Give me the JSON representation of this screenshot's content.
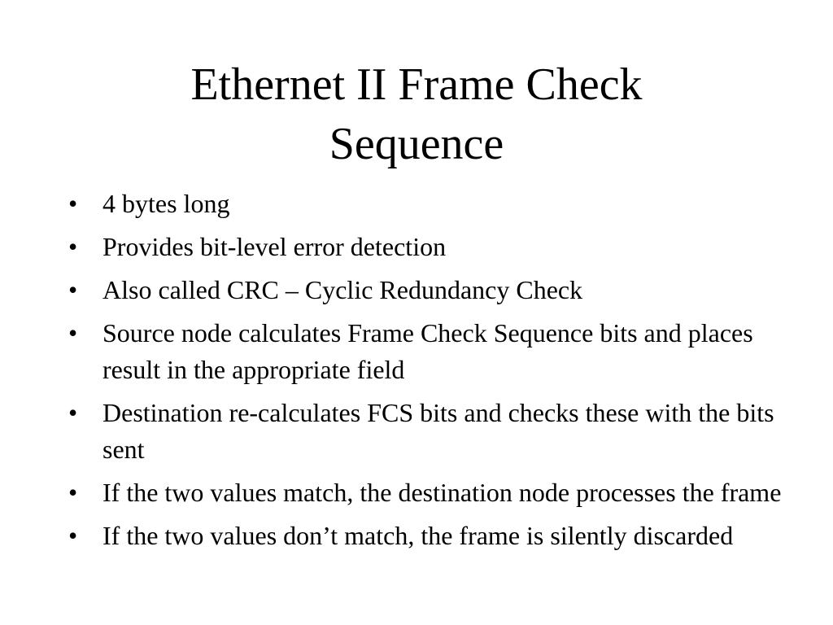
{
  "slide": {
    "title_lines": [
      "Ethernet II Frame Check",
      "Sequence"
    ],
    "bullet_glyph": "•",
    "bullets": [
      "4 bytes long",
      "Provides bit-level error detection",
      "Also called CRC – Cyclic Redundancy Check",
      "Source node calculates Frame Check Sequence bits and places result in the appropriate field",
      "Destination re-calculates FCS bits and checks these with the bits sent",
      "If the two values match, the destination node processes the frame",
      "If the two values don’t match, the frame is silently discarded"
    ]
  }
}
